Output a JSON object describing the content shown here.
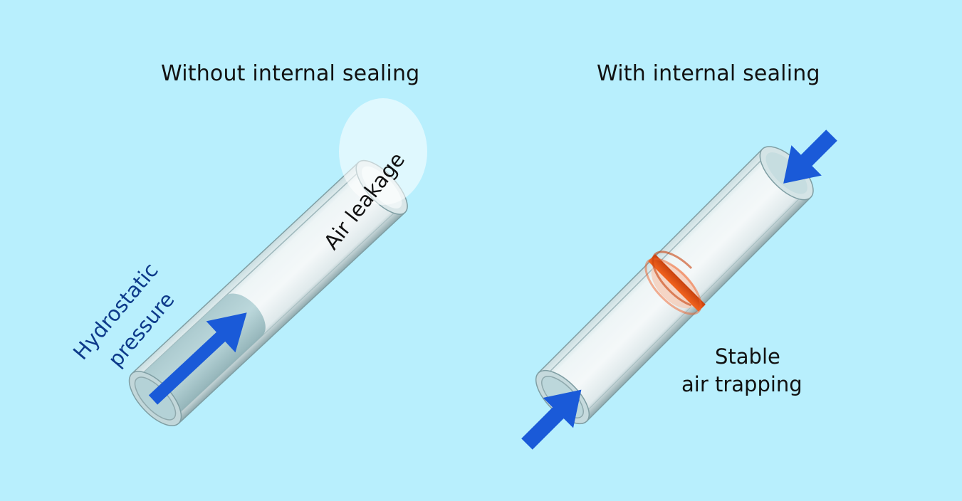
{
  "panels": [
    {
      "title": "Without internal sealing",
      "annotations": {
        "leak_label": "Air leakage",
        "pressure_label_line1": "Hydrostatic",
        "pressure_label_line2": "pressure"
      }
    },
    {
      "title": "With internal sealing",
      "annotations": {
        "trap_label_line1": "Stable",
        "trap_label_line2": "air trapping"
      }
    }
  ],
  "colors": {
    "background": "#b8effd",
    "arrow": "#1a5ad8",
    "pressure_text": "#0d3a8a",
    "seal_ring": "#e85a1a",
    "tube_body": "#e8f1f3",
    "tube_edge": "#7f9ea3",
    "water": "#a9cdd3",
    "leak_bubble": "#e8fbff"
  },
  "icons": [
    "arrow-up-right-icon",
    "arrow-down-left-icon",
    "arrow-up-right-icon"
  ]
}
